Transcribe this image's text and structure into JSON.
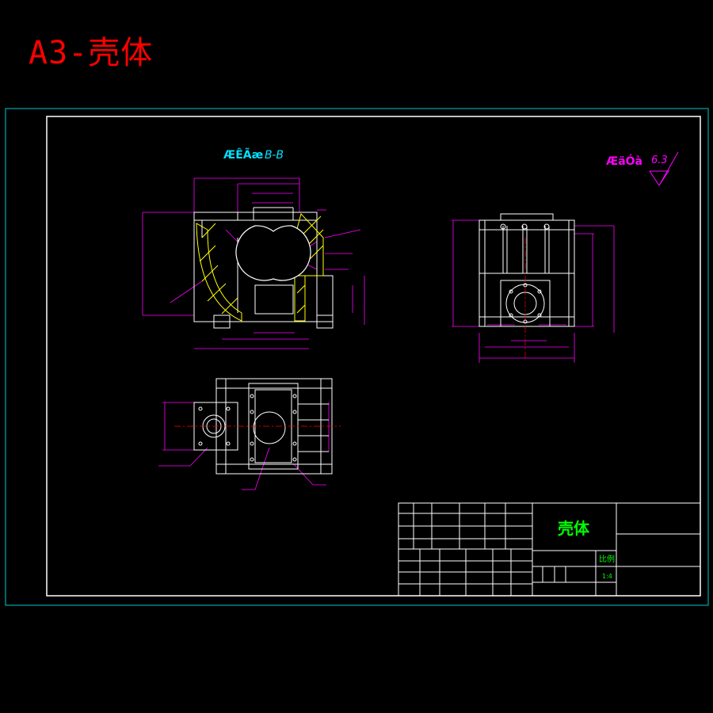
{
  "header": {
    "title": "A3-壳体"
  },
  "views": {
    "section_title_garbled": "ÆÊÃæ",
    "section_label": "B-B",
    "roughness_title_garbled": "ÆäÓà",
    "roughness_value": "6.3"
  },
  "title_block": {
    "part_name": "壳体",
    "scale_label": "比例",
    "scale_value": "1:4"
  },
  "colors": {
    "frame": "#00c8d0",
    "border": "#ffffff",
    "title": "#ff0000",
    "section_text": "#00e0ff",
    "dimension": "#ff00ff",
    "hatch": "#ffff00",
    "partname": "#00ff00"
  }
}
